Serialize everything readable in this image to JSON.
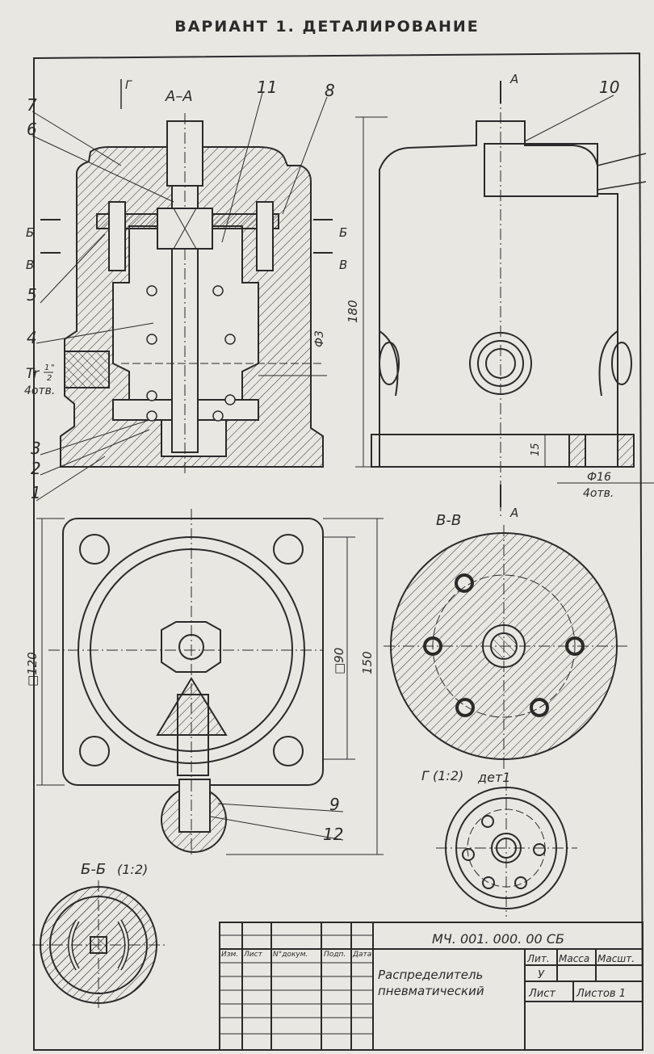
{
  "title": "ВАРИАНТ 1. ДЕТАЛИРОВАНИЕ",
  "colors": {
    "paper": "#e9e7e1",
    "ink": "#2a2a2a"
  },
  "views": {
    "section_aa": "А–А",
    "section_vv": "В-В",
    "section_bb": "Б-Б",
    "section_bb_scale": "(1:2)",
    "view_g": "Г (1:2)",
    "view_g_detail": "дет1",
    "arrow_g": "Г",
    "cut_a_top": "А",
    "cut_a_bottom": "А",
    "cut_b_left": "Б",
    "cut_b_right": "Б",
    "cut_v_left": "В",
    "cut_v_right": "В"
  },
  "callouts": [
    "7",
    "6",
    "11",
    "8",
    "5",
    "4",
    "3",
    "2",
    "1",
    "10",
    "9",
    "12"
  ],
  "dimensions": {
    "thread_tr": "Tr",
    "thread_frac_num": "1",
    "thread_frac_den": "2",
    "thread_frac_mark": "\"",
    "thread_holes": "4отв.",
    "phi3": "Ф3",
    "h180": "180",
    "h15": "15",
    "phi16": "Ф16",
    "holes4": "4отв.",
    "sq120": "□120",
    "sq90": "□90",
    "w150": "150"
  },
  "title_block": {
    "designation": "МЧ. 001. 000. 00 СБ",
    "name_line1": "Распределитель",
    "name_line2": "пневматический",
    "col_izm": "Изм.",
    "col_list": "Лист",
    "col_doc": "N°докум.",
    "col_sign": "Подп.",
    "col_date": "Дата",
    "lit": "Лит.",
    "mass": "Масса",
    "scale": "Масшт.",
    "lit_value": "У",
    "sheet": "Лист",
    "sheets": "Листов 1"
  }
}
